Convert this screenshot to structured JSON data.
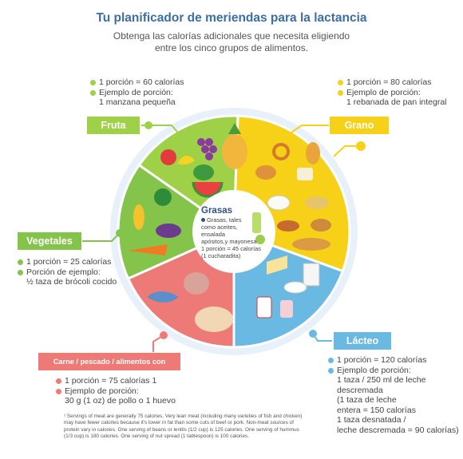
{
  "header": {
    "title": "Tu planificador de meriendas para la lactancia",
    "subtitle": "Obtenga las calorías adicionales que necesita eligiendo entre los cinco grupos de alimentos."
  },
  "colors": {
    "fruit": "#9ed048",
    "grain": "#f7d117",
    "dairy": "#6ab9e2",
    "protein": "#ee7a78",
    "vegetables": "#85c44a",
    "center": "#ffffff"
  },
  "groups": {
    "fruta": {
      "label": "Fruta",
      "line1": "1 porción = 60 calorías",
      "line2": "Ejemplo de porción:",
      "line3": "1 manzana pequeña"
    },
    "grano": {
      "label": "Grano",
      "line1": "1 porción = 80 calorías",
      "line2": "Ejemplo de porción:",
      "line3": "1 rebanada de pan integral"
    },
    "vegetales": {
      "label": "Vegetales",
      "line1": "1 porción = 25 calorías",
      "line2": "Porción de ejemplo:",
      "line3": "½ taza de brócoli cocido"
    },
    "carne": {
      "label": "Carne / pescado / alimentos con proteínas",
      "line1": "1 porción = 75 calorías 1",
      "line2": "Ejemplo de porción:",
      "line3": "30 g (1 oz) de pollo o 1 huevo"
    },
    "lacteo": {
      "label": "Lácteo",
      "line1": "1 porción = 120 calorías",
      "line2": "Ejemplo de porción:",
      "lines": [
        "1 taza / 250 ml de leche",
        "descremada",
        "(1 taza de leche",
        "entera = 150 calorías",
        "1 taza desnatada /",
        "leche descremada = 90 calorías)"
      ]
    },
    "grasas": {
      "title": "Grasas",
      "lines": [
        "Grasas, tales",
        "como aceites,",
        "ensalada",
        "apósitos,y mayonesa",
        "1 porción = 45 calorías",
        "(1 cucharadita)"
      ]
    }
  },
  "footnote": "¹ Servings of meat are generally 75 calories. Very lean meat (including many varieties of fish and chicken) may have fewer calories because it's lower in fat than some cuts of beef or pork. Non-meat sources of protein vary in calories. One serving of beans or lentils (1/2 cup) is 125 calories. One serving of hummus (1/3 cup) is 180 calories. One serving of nut spread (1 tablespoon) is 100 calories."
}
